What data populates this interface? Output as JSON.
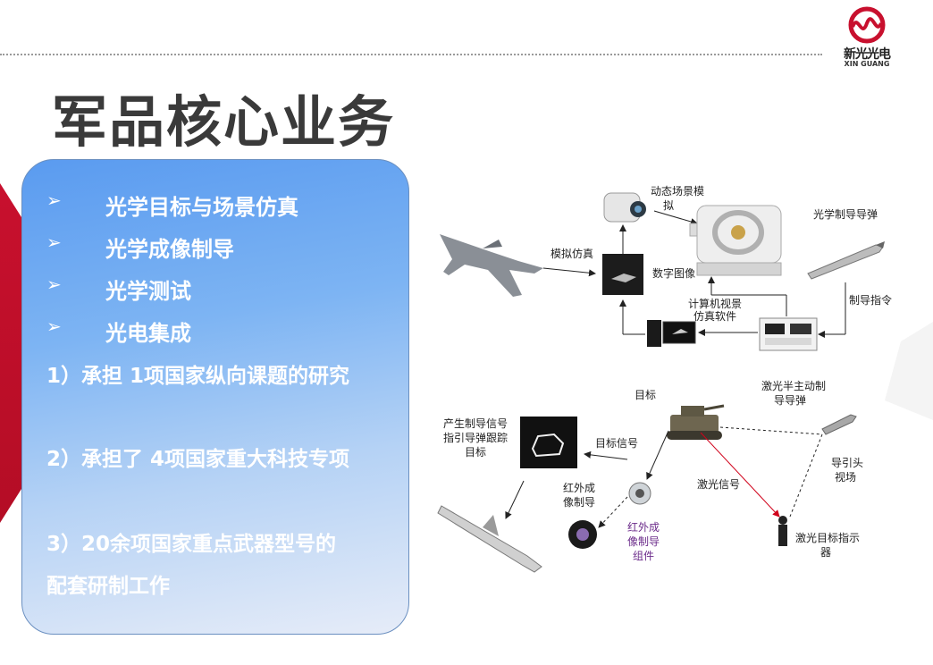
{
  "header": {
    "title": "军品核心业务",
    "logo_cn": "新光光电",
    "logo_en": "XIN GUANG"
  },
  "panel": {
    "bullets": [
      "光学目标与场景仿真",
      "光学成像制导",
      "光学测试",
      "光电集成"
    ],
    "bullet_mark": "➢",
    "lines": [
      "1）承担 1项国家纵向课题的研究",
      "2）承担了 4项国家重大科技专项",
      "3）20余项国家重点武器型号的",
      "配套研制工作"
    ]
  },
  "diagram_top": {
    "dynamic_scene": [
      "动态场景模",
      "拟"
    ],
    "missile_label": "光学制导导弹",
    "sim_label": "模拟仿真",
    "digital_image": "数字图像",
    "cv_software": [
      "计算机视景",
      "仿真软件"
    ],
    "guidance_cmd": "制导指令"
  },
  "diagram_bottom": {
    "target": "目标",
    "laser_missile": [
      "激光半主动制",
      "导导弹"
    ],
    "gen_signal": [
      "产生制导信号",
      "指引导弹跟踪",
      "目标"
    ],
    "target_signal": "目标信号",
    "seeker_fov": [
      "导引头",
      "视场"
    ],
    "laser_signal": "激光信号",
    "ir_guidance": [
      "红外成",
      "像制导"
    ],
    "ir_component": [
      "红外成",
      "像制导",
      "组件"
    ],
    "laser_designator": [
      "激光目标指示",
      "器"
    ]
  },
  "colors": {
    "brand_red": "#c8102e",
    "panel_blue": "#5a9bf0",
    "title_gray": "#3a3a3a",
    "laser_red": "#d0021b"
  }
}
